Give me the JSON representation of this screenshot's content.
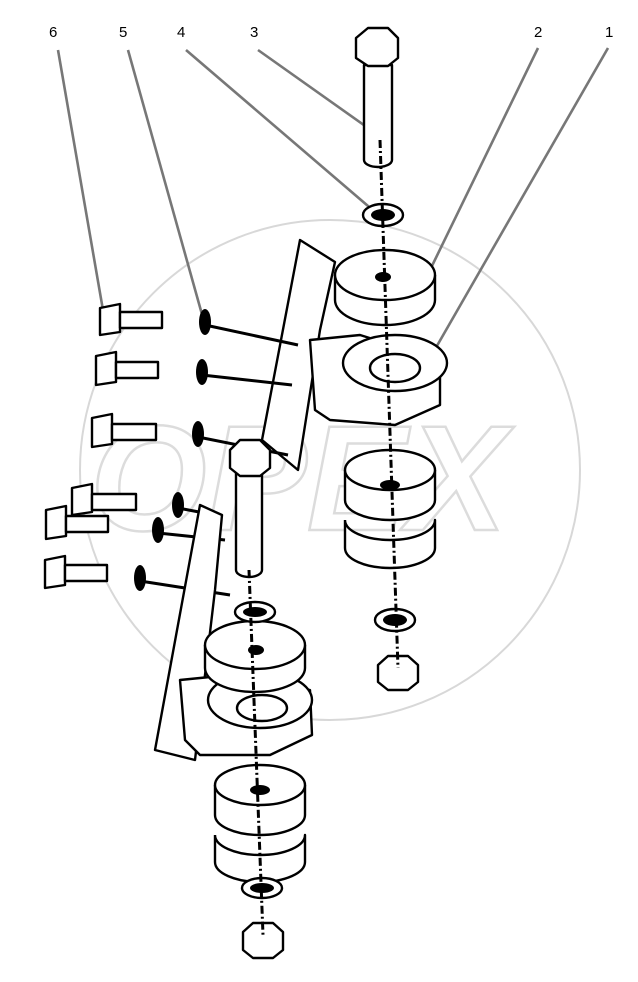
{
  "diagram": {
    "callouts": [
      "1",
      "2",
      "3",
      "4",
      "5",
      "6"
    ],
    "watermark": "OPEX"
  }
}
